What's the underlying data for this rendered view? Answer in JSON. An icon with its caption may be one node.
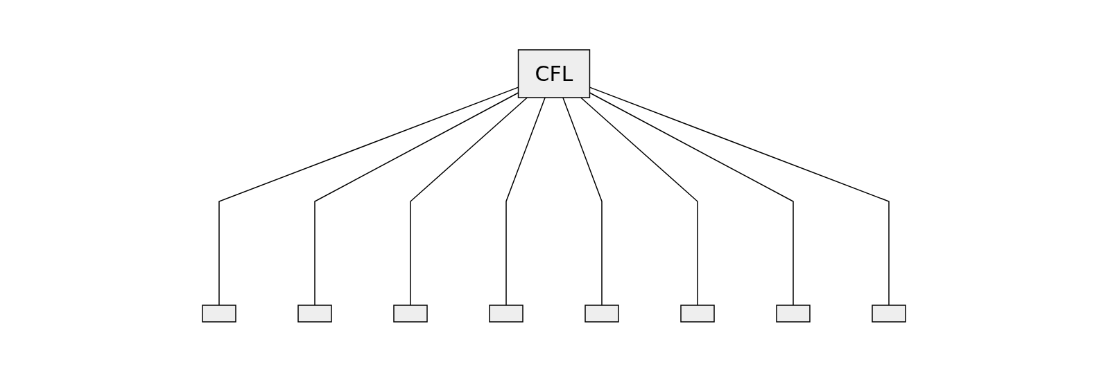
{
  "diagram": {
    "nodes": [
      {
        "text": [
          "CFL"
        ]
      },
      {
        "text": [],
        "shape": "box"
      },
      {
        "text": [],
        "shape": "box"
      },
      {
        "text": [],
        "shape": "box"
      },
      {
        "text": [],
        "shape": "box"
      },
      {
        "text": [],
        "shape": "box"
      },
      {
        "text": [],
        "shape": "box"
      },
      {
        "text": [],
        "shape": "box"
      },
      {
        "text": [],
        "shape": "box"
      }
    ],
    "edges": [
      {
        "from": 0,
        "to": 1,
        "arrow": "none"
      },
      {
        "from": 0,
        "to": 2,
        "arrow": "none"
      },
      {
        "from": 0,
        "to": 3,
        "arrow": "none"
      },
      {
        "from": 0,
        "to": 4,
        "arrow": "none"
      },
      {
        "from": 0,
        "to": 5,
        "arrow": "none"
      },
      {
        "from": 0,
        "to": 6,
        "arrow": "none"
      },
      {
        "from": 0,
        "to": 7,
        "arrow": "none"
      },
      {
        "from": 0,
        "to": 8,
        "arrow": "none"
      }
    ]
  }
}
